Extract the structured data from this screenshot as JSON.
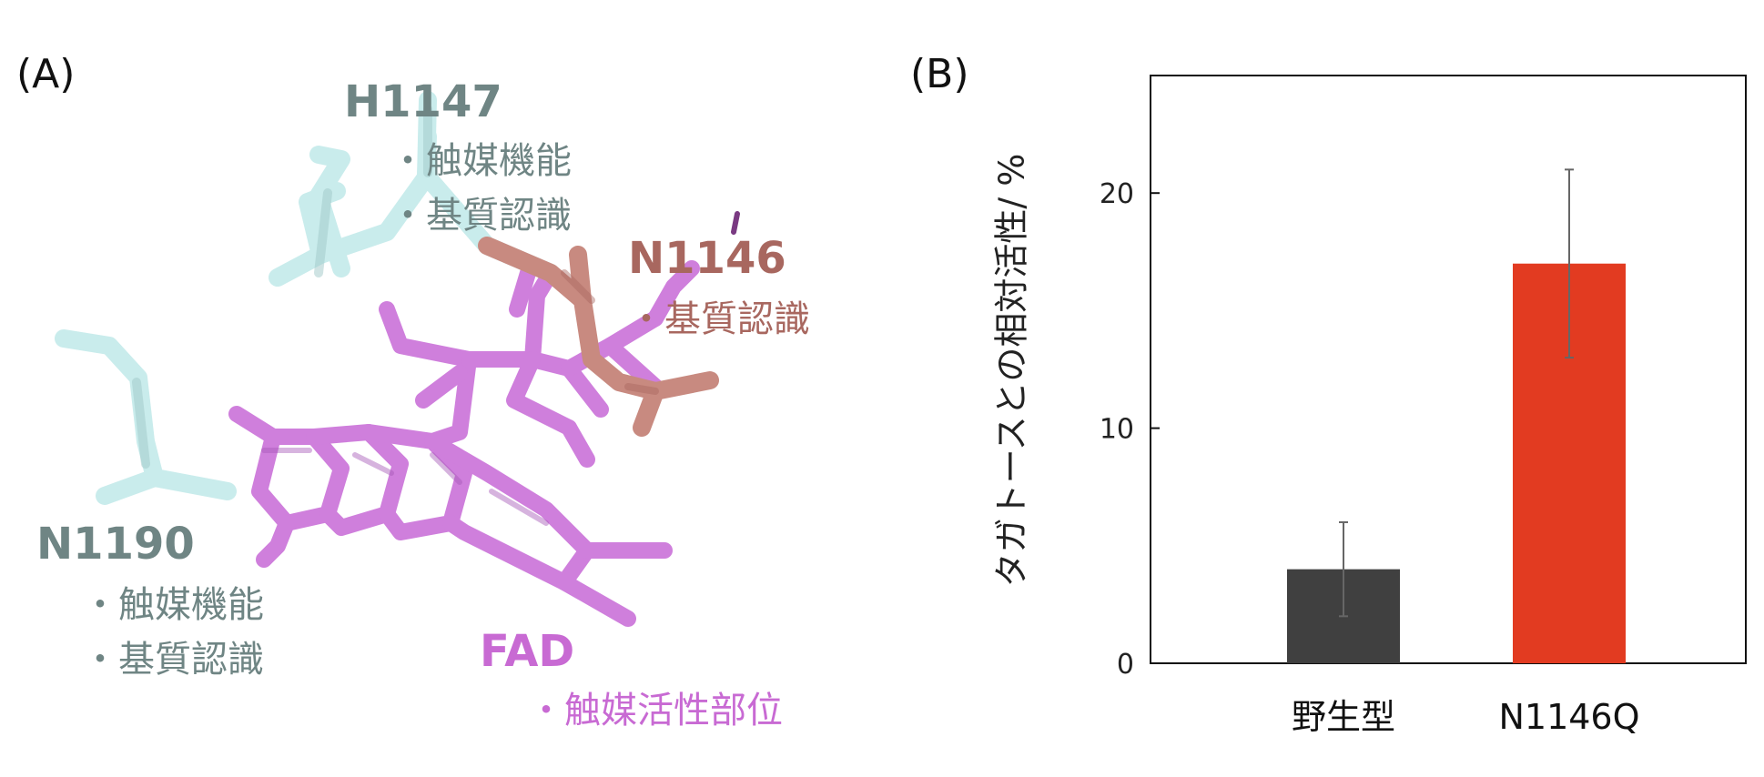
{
  "panels": {
    "a": "(A)",
    "b": "(B)"
  },
  "structure": {
    "h1147": {
      "name": "H1147",
      "lines": [
        "・触媒機能",
        "・基質認識"
      ],
      "color": "#6f8584"
    },
    "n1146": {
      "name": "N1146",
      "lines": [
        "・基質認識"
      ],
      "color": "#a8675f"
    },
    "n1190": {
      "name": "N1190",
      "lines": [
        "・触媒機能",
        "・基質認識"
      ],
      "color": "#6f8584"
    },
    "fad": {
      "name": "FAD",
      "lines": [
        "・触媒活性部位"
      ],
      "color": "#c86ad3"
    }
  },
  "chart_data": {
    "type": "bar",
    "categories": [
      "野生型",
      "N1146Q"
    ],
    "values": [
      4,
      17
    ],
    "errors": [
      [
        2,
        6
      ],
      [
        13,
        21
      ]
    ],
    "colors": [
      "#404040",
      "#e23b21"
    ],
    "ylabel": "タガトースとの相対活性/ %",
    "yticks": [
      0,
      10,
      20
    ],
    "ylim": [
      0,
      25
    ],
    "grid": false
  }
}
